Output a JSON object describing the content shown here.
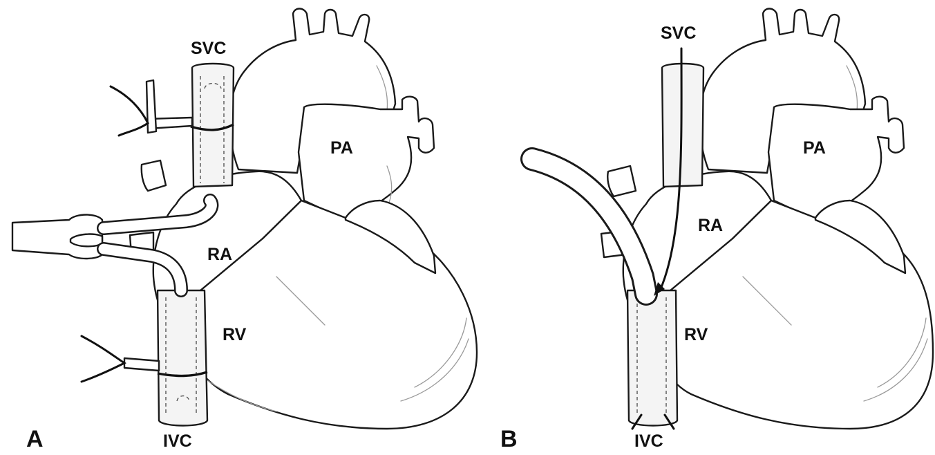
{
  "panels": [
    {
      "letter": "A",
      "labels": {
        "svc": "SVC",
        "pa": "PA",
        "ra": "RA",
        "rv": "RV",
        "ivc": "IVC"
      }
    },
    {
      "letter": "B",
      "labels": {
        "svc": "SVC",
        "pa": "PA",
        "ra": "RA",
        "rv": "RV",
        "ivc": "IVC"
      }
    }
  ]
}
